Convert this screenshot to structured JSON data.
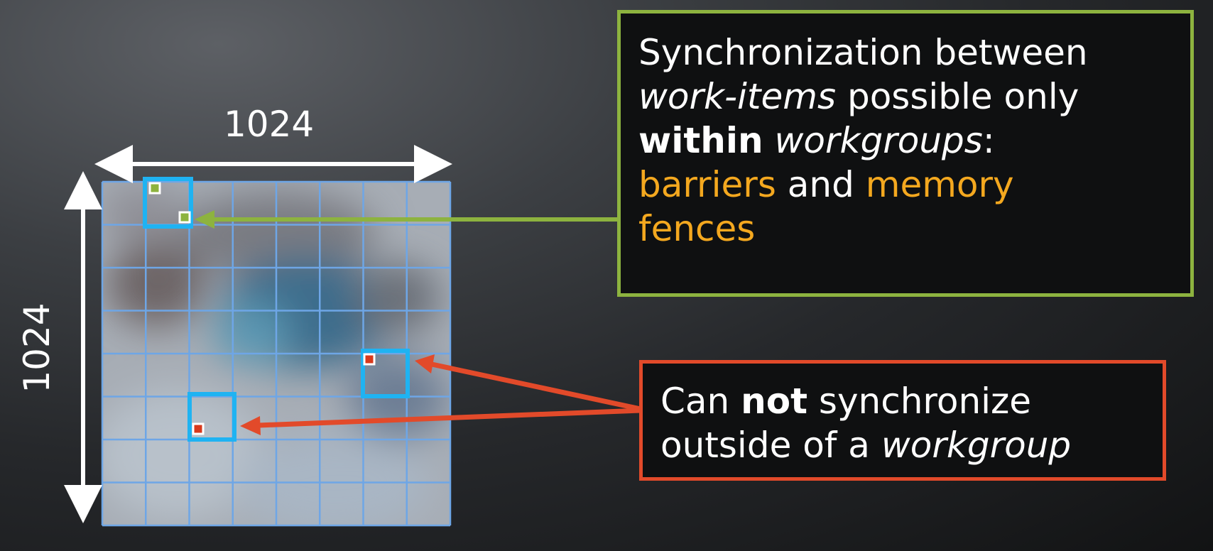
{
  "grid": {
    "width_label": "1024",
    "height_label": "1024",
    "rows": 8,
    "cols": 8
  },
  "green_callout": {
    "t1": "Synchronization between",
    "t2": "work-items",
    "t3": " possible only",
    "t4": "within",
    "t5": " ",
    "t6": "workgroups",
    "t7": ":",
    "t8": "barriers",
    "t9": " and ",
    "t10": "memory",
    "t11": "fences"
  },
  "red_callout": {
    "t1": "Can ",
    "t2": "not",
    "t3": " synchronize",
    "t4": "outside of a ",
    "t5": "workgroup"
  },
  "colors": {
    "green_accent": "#8db33f",
    "red_accent": "#e24a2a",
    "highlight": "#f4a81f",
    "grid_line": "#6ea6e6",
    "workgroup_box": "#1fb3f2"
  }
}
